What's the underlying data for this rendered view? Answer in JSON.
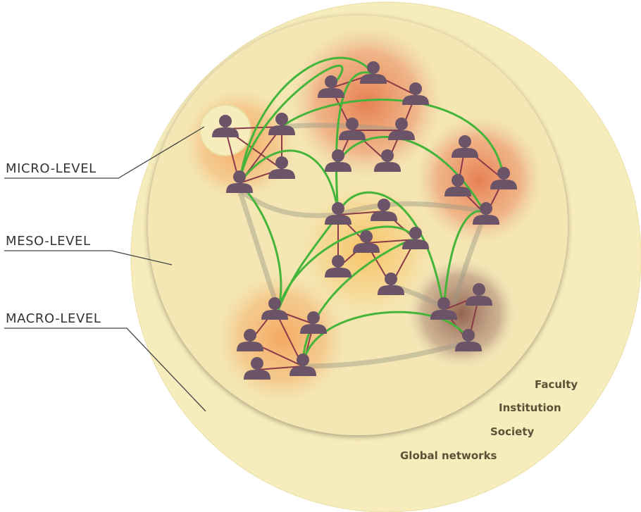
{
  "levels": {
    "micro": "MICRO-LEVEL",
    "meso": "MESO-LEVEL",
    "macro": "MACRO-LEVEL"
  },
  "rings": {
    "faculty": "Faculty",
    "institution": "Institution",
    "society": "Society",
    "global": "Global networks"
  },
  "colors": {
    "outer_circle": "#f7ecbb",
    "inner_circle": "#f4e7b4",
    "person": "#6b5468",
    "tie": "#8a3a4a",
    "bridge": "#44b53a",
    "orange_cluster": "#f0a35a",
    "red_cluster": "#e7834f",
    "brown_cluster": "#8a5a48"
  },
  "icons": [
    "person-icon"
  ]
}
